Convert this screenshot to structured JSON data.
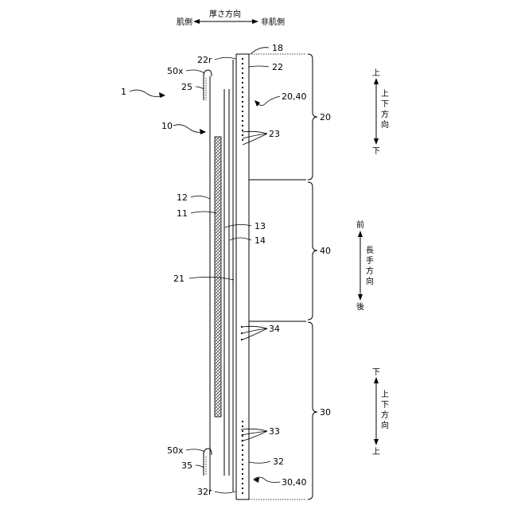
{
  "orientation": {
    "thickness_direction": "厚さ方向",
    "skin_side": "肌側",
    "non_skin_side": "非肌側",
    "up": "上",
    "down": "下",
    "vertical_direction": [
      "上",
      "下",
      "方",
      "向"
    ],
    "front": "前",
    "back": "後",
    "longitudinal_direction": [
      "長",
      "手",
      "方",
      "向"
    ]
  },
  "labels": {
    "ref_1": "1",
    "ref_10": "10",
    "ref_11": "11",
    "ref_12": "12",
    "ref_13": "13",
    "ref_14": "14",
    "ref_18": "18",
    "ref_20": "20",
    "ref_20_40": "20,40",
    "ref_21": "21",
    "ref_22": "22",
    "ref_22r": "22r",
    "ref_23": "23",
    "ref_25": "25",
    "ref_30": "30",
    "ref_30_40": "30,40",
    "ref_32": "32",
    "ref_32r": "32r",
    "ref_33": "33",
    "ref_34": "34",
    "ref_35": "35",
    "ref_40": "40",
    "ref_50x_top": "50x",
    "ref_50x_bottom": "50x"
  }
}
